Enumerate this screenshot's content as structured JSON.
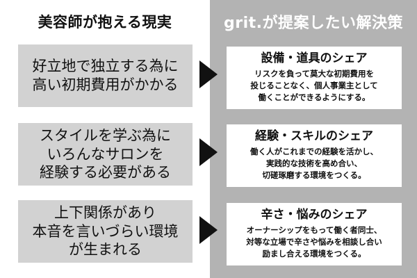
{
  "headers": {
    "left": "美容師が抱える現実",
    "right": "grit.が提案したい解決策"
  },
  "rows": [
    {
      "problem": [
        "好立地で独立する為に",
        "高い初期費用がかかる"
      ],
      "solution_title": "設備・道具のシェア",
      "solution_lines": [
        "リスクを負って莫大な初期費用を",
        "投じることなく、個人事業主として",
        "働くことができるようにする。"
      ]
    },
    {
      "problem": [
        "スタイルを学ぶ為に",
        "いろんなサロンを",
        "経験する必要がある"
      ],
      "solution_title": "経験・スキルのシェア",
      "solution_lines": [
        "働く人がこれまでの経験を活かし、",
        "実践的な技術を高め合い、",
        "切磋琢磨する環境をつくる。"
      ]
    },
    {
      "problem": [
        "上下関係があり",
        "本音を言いづらい環境",
        "が生まれる"
      ],
      "solution_title": "辛さ・悩みのシェア",
      "solution_lines": [
        "オーナーシップをもって働く者同士、",
        "対等な立場で辛さや悩みを相談し合い",
        "励まし合える環境をつくる。"
      ]
    }
  ]
}
